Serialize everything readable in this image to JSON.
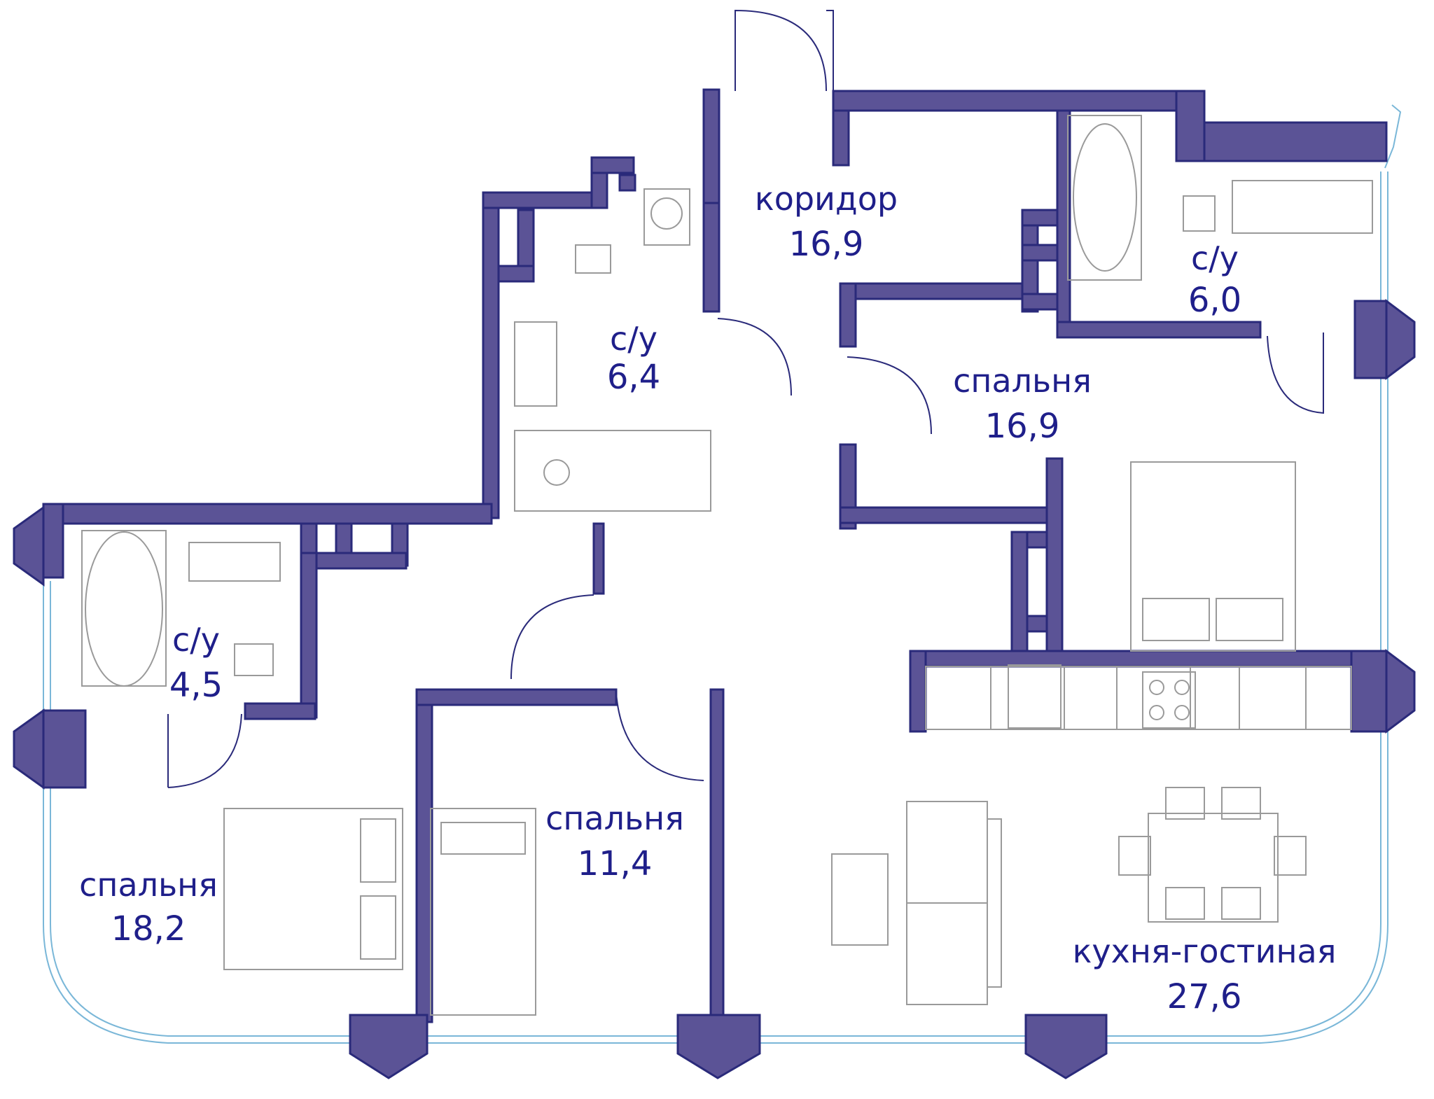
{
  "colors": {
    "wall": "#5b5396",
    "wall_outline": "#2a2a7a",
    "text": "#1f1f8a",
    "furniture": "#9a9a9a",
    "glazing": "#7ab7d8"
  },
  "rooms": [
    {
      "name": "коридор",
      "area": "16,9"
    },
    {
      "name": "с/у",
      "area": "6,4"
    },
    {
      "name": "с/у",
      "area": "6,0"
    },
    {
      "name": "спальня",
      "area": "16,9"
    },
    {
      "name": "с/у",
      "area": "4,5"
    },
    {
      "name": "спальня",
      "area": "11,4"
    },
    {
      "name": "спальня",
      "area": "18,2"
    },
    {
      "name": "кухня-гостиная",
      "area": "27,6"
    }
  ],
  "icons": {
    "door": "door-swing-icon",
    "bathtub": "bathtub-icon",
    "toilet": "toilet-icon",
    "sink": "sink-icon",
    "bed": "bed-icon",
    "hob": "hob-icon",
    "sofa": "sofa-icon",
    "dining": "dining-table-icon",
    "washer": "washing-machine-icon"
  }
}
